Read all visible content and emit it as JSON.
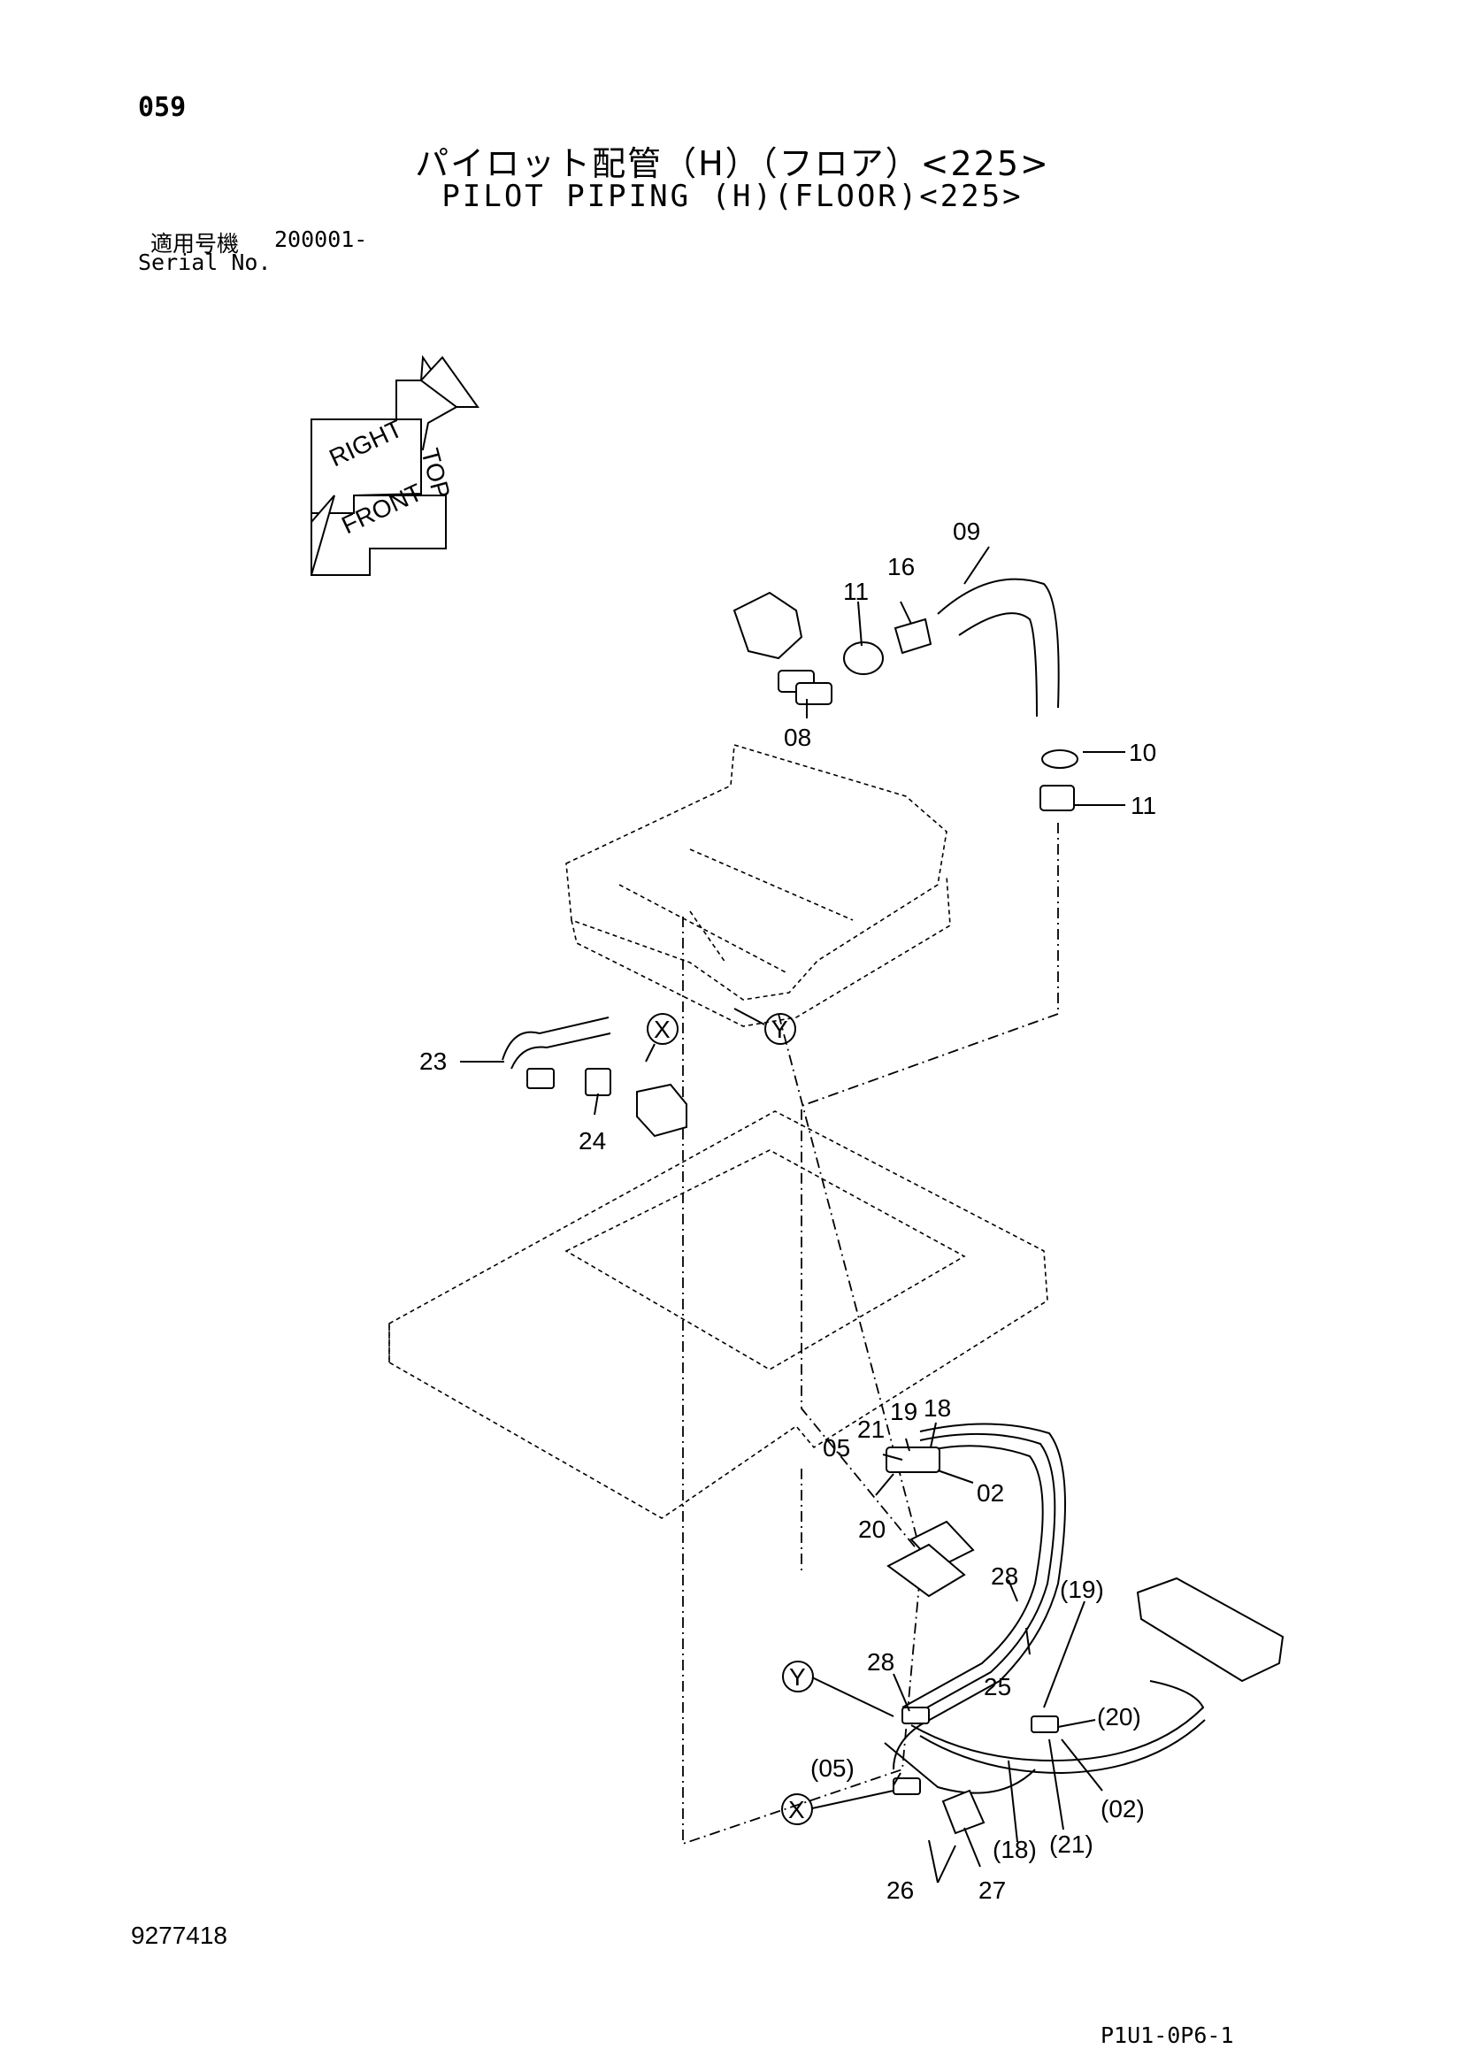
{
  "page_number": "059",
  "title_jp": "パイロット配管（H）（フロア）<225>",
  "title_en": "PILOT PIPING (H)(FLOOR)<225>",
  "serial_label_jp": "適用号機",
  "serial_value": "200001-",
  "serial_label_en": "Serial No.",
  "orientation": {
    "top": "TOP",
    "right": "RIGHT",
    "front": "FRONT"
  },
  "callouts": {
    "c09": "09",
    "c16": "16",
    "c11a": "11",
    "c08": "08",
    "c10": "10",
    "c11b": "11",
    "c23": "23",
    "c24": "24",
    "cX1": "X",
    "cY1": "Y",
    "c21": "21",
    "c19": "19",
    "c18": "18",
    "c05": "05",
    "c02": "02",
    "c20": "20",
    "c28a": "28",
    "c19p": "(19)",
    "c28b": "28",
    "c25": "25",
    "cY2": "Y",
    "c20p": "(20)",
    "c05p": "(05)",
    "cX2": "X",
    "c02p": "(02)",
    "c21p": "(21)",
    "c18p": "(18)",
    "c26": "26",
    "c27": "27"
  },
  "doc_number": "9277418",
  "page_code": "P1U1-0P6-1"
}
